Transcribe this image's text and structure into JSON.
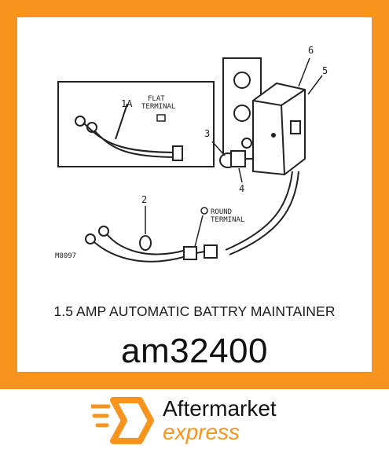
{
  "product": {
    "title": "1.5 AMP AUTOMATIC BATTRY MAINTAINER",
    "part_number": "am32400"
  },
  "diagram": {
    "code": "M8097",
    "callouts": [
      "1A",
      "2",
      "3",
      "4",
      "5",
      "6"
    ],
    "flat_terminal_label_line1": "FLAT",
    "flat_terminal_label_line2": "TERMINAL",
    "round_terminal_label_line1": "ROUND",
    "round_terminal_label_line2": "TERMINAL"
  },
  "brand": {
    "line1": "Aftermarket",
    "line2": "express",
    "accent_color": "#f7941d",
    "icon": "delivery-box-icon"
  }
}
